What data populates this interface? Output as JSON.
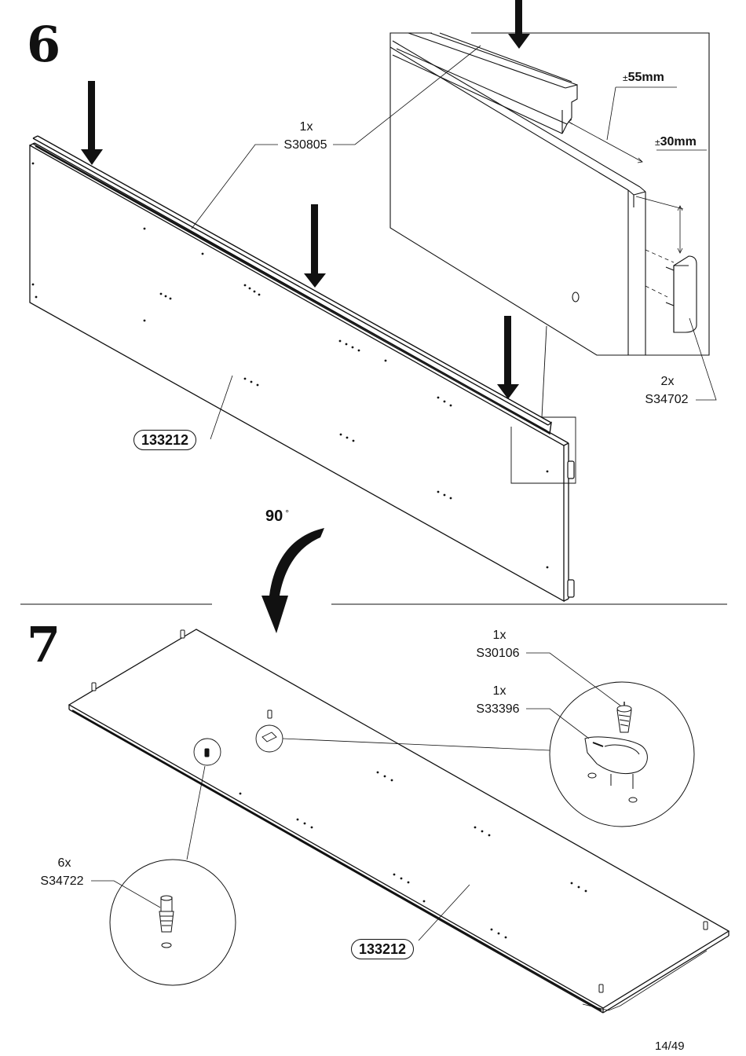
{
  "step6": {
    "number": "6",
    "rail_label": {
      "qty": "1x",
      "code": "S30805"
    },
    "panel_code": "133212",
    "cap_label": {
      "qty": "2x",
      "code": "S34702"
    },
    "dim_55": {
      "prefix": "±",
      "value": "55mm"
    },
    "dim_30": {
      "prefix": "±",
      "value": "30mm"
    },
    "rotation": {
      "value": "90",
      "unit": "°"
    }
  },
  "step7": {
    "number": "7",
    "screw_label": {
      "qty": "1x",
      "code": "S30106"
    },
    "clip_label": {
      "qty": "1x",
      "code": "S33396"
    },
    "dowel_label": {
      "qty": "6x",
      "code": "S34722"
    },
    "panel_code": "133212"
  },
  "page": {
    "number": "14/49"
  }
}
